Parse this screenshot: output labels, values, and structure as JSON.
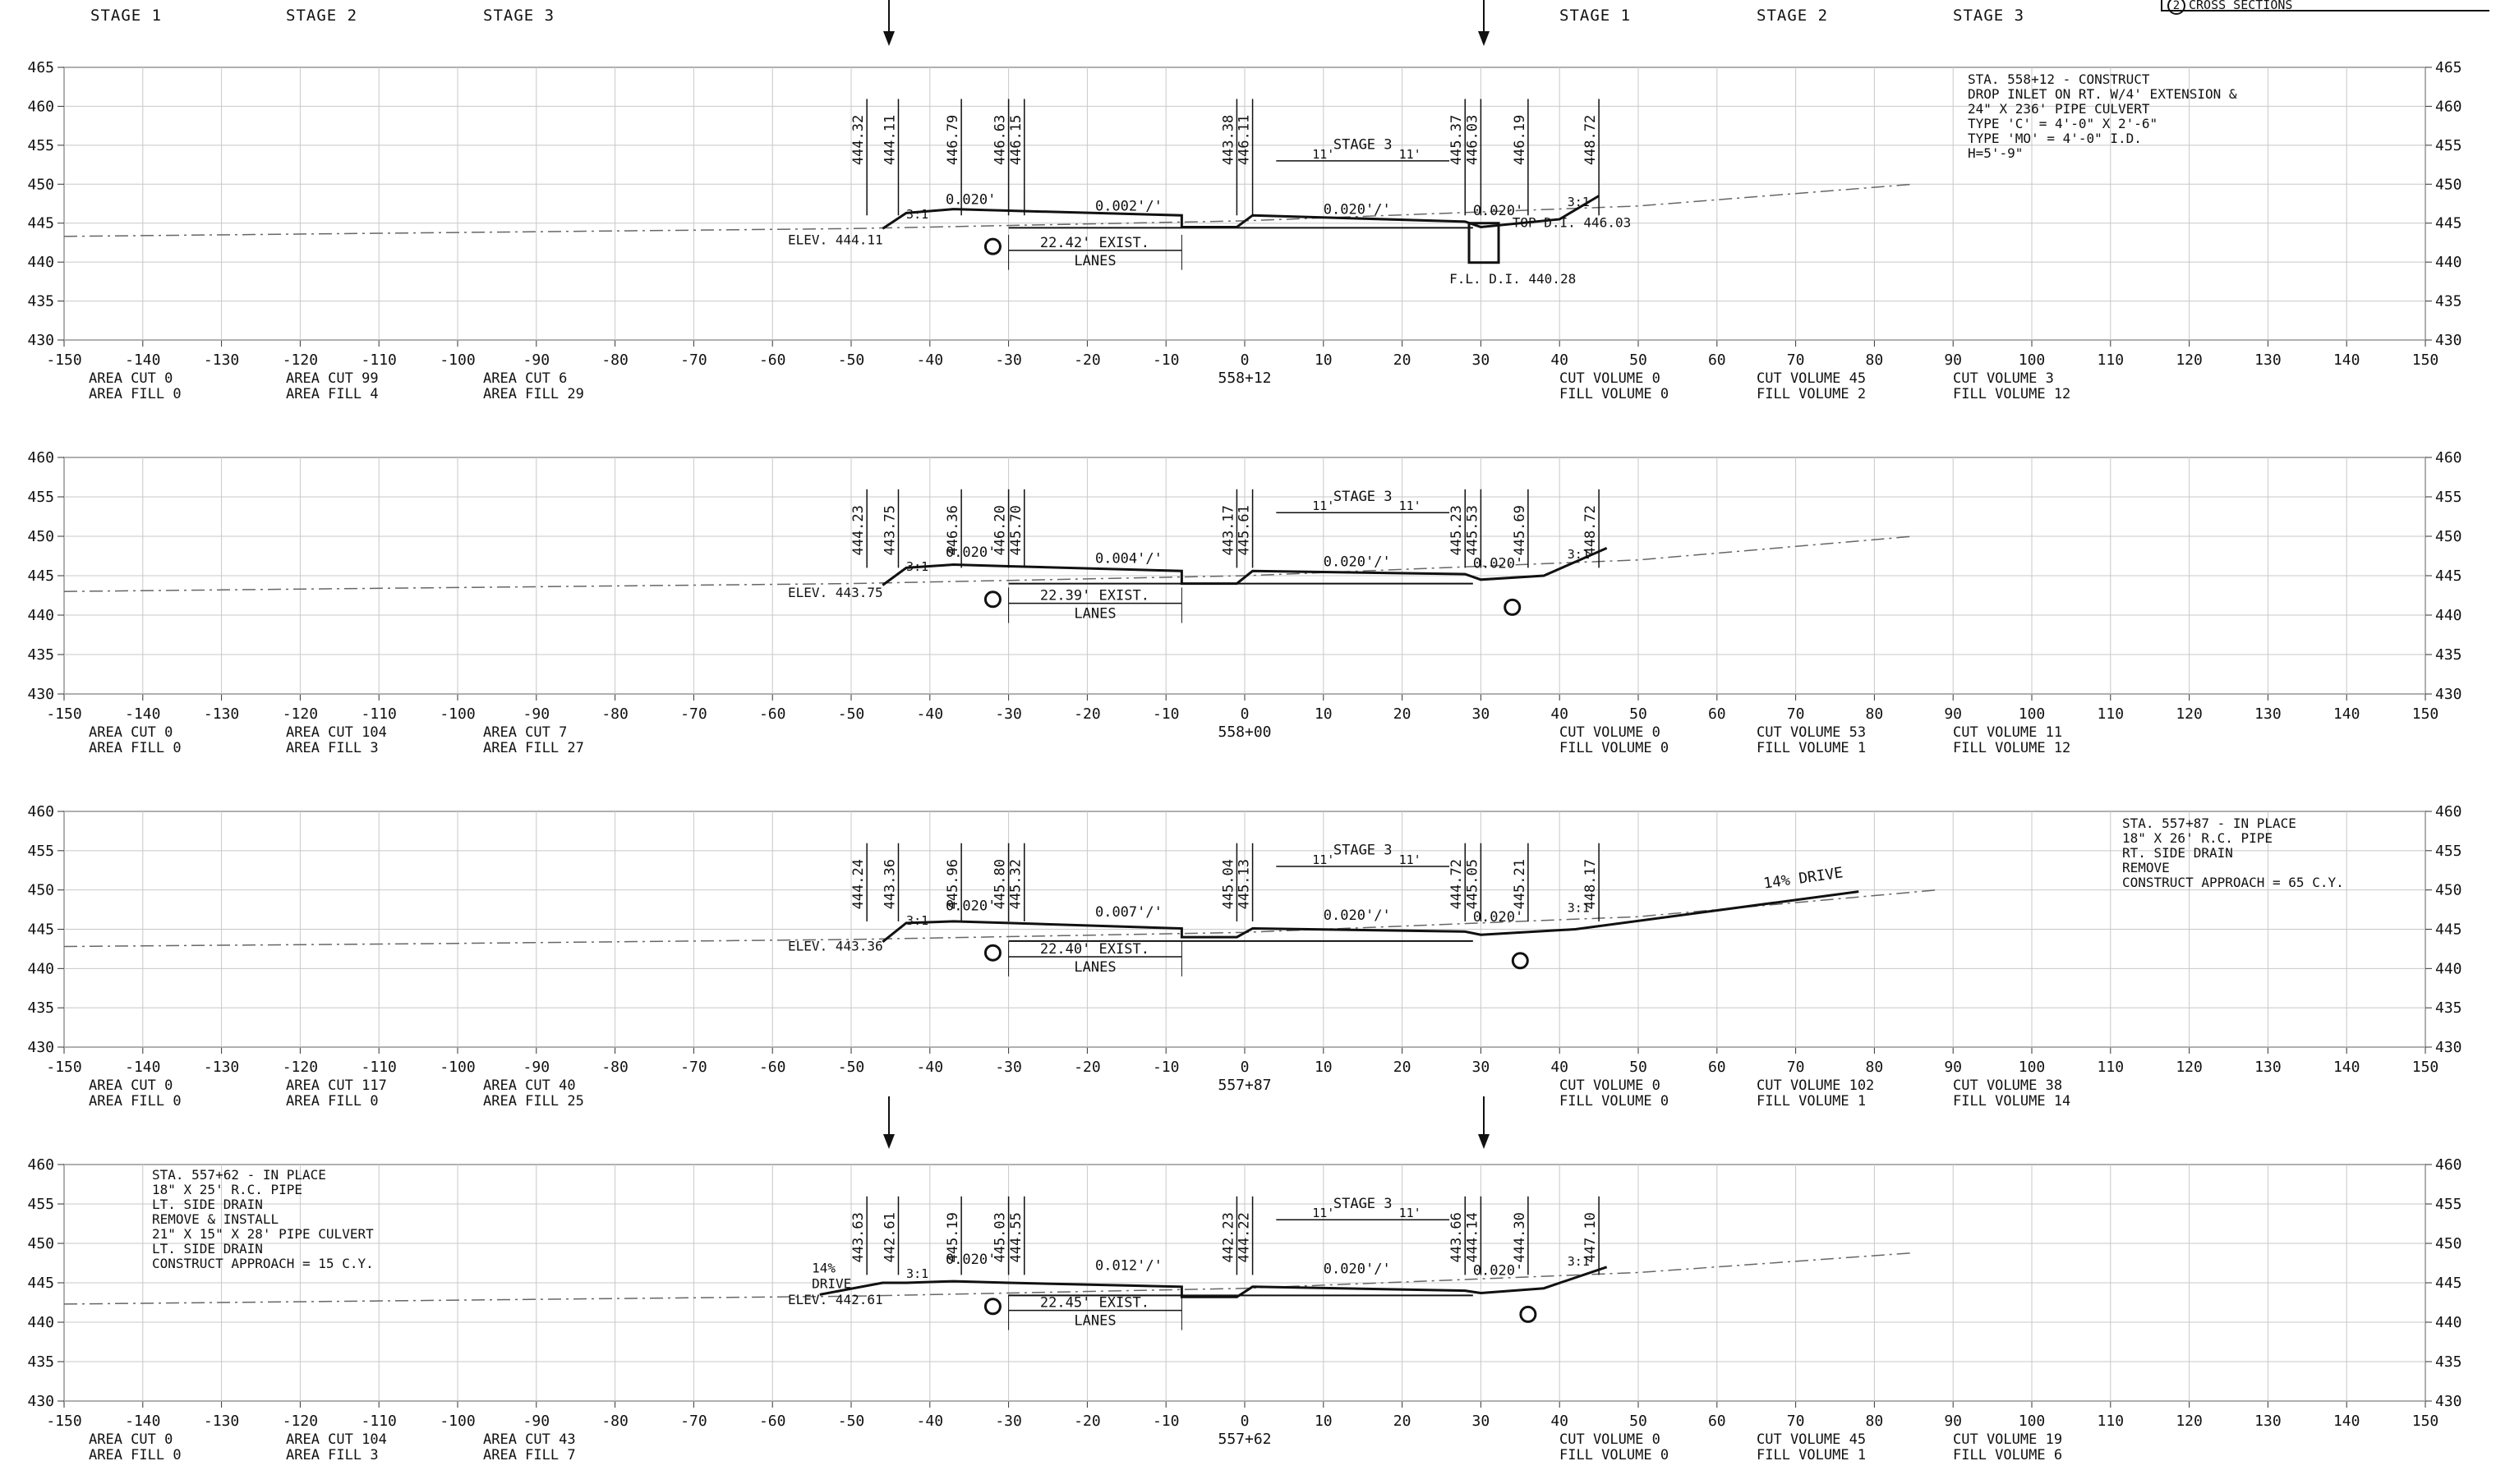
{
  "header": {
    "stages_left": [
      "STAGE 1",
      "STAGE 2",
      "STAGE 3"
    ],
    "stages_right": [
      "STAGE 1",
      "STAGE 2",
      "STAGE 3"
    ],
    "sheet_ref_num": "2",
    "sheet_ref_text": "CROSS SECTIONS"
  },
  "axis": {
    "offset_ticks": [
      -150,
      -140,
      -130,
      -120,
      -110,
      -100,
      -90,
      -80,
      -70,
      -60,
      -50,
      -40,
      -30,
      -20,
      -10,
      0,
      10,
      20,
      30,
      40,
      50,
      60,
      70,
      80,
      90,
      100,
      110,
      120,
      130,
      140,
      150
    ]
  },
  "common_labels": {
    "exist": "EXIST.",
    "lanes": "LANES",
    "stage3": "STAGE 3",
    "lane_width": "11'",
    "slope_31": "3:1",
    "slope_020": "0.020'",
    "area_cut": "AREA CUT",
    "area_fill": "AREA FILL",
    "cut_volume": "CUT VOLUME",
    "fill_volume": "FILL VOLUME"
  },
  "sections": [
    {
      "station": "558+12",
      "y_ticks": [
        465,
        460,
        455,
        450,
        445,
        440,
        435,
        430
      ],
      "ymin": 430,
      "ymax": 465,
      "lane_width_text": "22.42'",
      "elev_label": "ELEV. 444.11",
      "left_elevs": [
        "444.32",
        "444.11",
        "446.79",
        "446.63",
        "446.15"
      ],
      "center_elevs": [
        "443.38",
        "446.11"
      ],
      "right_elevs": [
        "445.37",
        "446.03",
        "446.19",
        "448.72"
      ],
      "median_slope": "0.002'/'",
      "right_slope": "0.020'/'",
      "extra_labels": [
        "TOP D.I. 446.03",
        "F.L. D.I. 440.28"
      ],
      "note": [
        "STA. 558+12 - CONSTRUCT",
        "DROP INLET ON RT. W/4' EXTENSION &",
        "24\" X 236' PIPE CULVERT",
        "TYPE 'C' = 4'-0\" X 2'-6\"",
        "TYPE 'MO' = 4'-0\" I.D.",
        "H=5'-9\""
      ],
      "area_cut": [
        "0",
        "99",
        "6"
      ],
      "area_fill": [
        "0",
        "4",
        "29"
      ],
      "cut_volume": [
        "0",
        "45",
        "3"
      ],
      "fill_volume": [
        "0",
        "2",
        "12"
      ],
      "existing_ground": [
        [
          -150,
          443.3
        ],
        [
          -100,
          443.8
        ],
        [
          -50,
          444.3
        ],
        [
          0,
          445.3
        ],
        [
          50,
          447.2
        ],
        [
          85,
          450.0
        ]
      ],
      "template": [
        [
          -46,
          444.3
        ],
        [
          -43,
          446.3
        ],
        [
          -37,
          446.8
        ],
        [
          -30,
          446.6
        ],
        [
          -8,
          446.0
        ],
        [
          -8,
          444.5
        ],
        [
          -1,
          444.5
        ],
        [
          1,
          446.0
        ],
        [
          28,
          445.2
        ],
        [
          30,
          444.5
        ],
        [
          40,
          445.5
        ],
        [
          45,
          448.5
        ]
      ]
    },
    {
      "station": "558+00",
      "y_ticks": [
        460,
        455,
        450,
        445,
        440,
        435,
        430
      ],
      "ymin": 430,
      "ymax": 460,
      "lane_width_text": "22.39'",
      "elev_label": "ELEV. 443.75",
      "left_elevs": [
        "444.23",
        "443.75",
        "446.36",
        "446.20",
        "445.70"
      ],
      "center_elevs": [
        "443.17",
        "445.61"
      ],
      "right_elevs": [
        "445.23",
        "445.53",
        "445.69",
        "448.72"
      ],
      "median_slope": "0.004'/'",
      "right_slope": "0.020'/'",
      "extra_labels": [],
      "note": [],
      "area_cut": [
        "0",
        "104",
        "7"
      ],
      "area_fill": [
        "0",
        "3",
        "27"
      ],
      "cut_volume": [
        "0",
        "53",
        "11"
      ],
      "fill_volume": [
        "0",
        "1",
        "12"
      ],
      "existing_ground": [
        [
          -150,
          443.0
        ],
        [
          -100,
          443.5
        ],
        [
          -50,
          444.0
        ],
        [
          0,
          445.0
        ],
        [
          50,
          447.0
        ],
        [
          85,
          450.0
        ]
      ],
      "template": [
        [
          -46,
          443.8
        ],
        [
          -43,
          446.0
        ],
        [
          -37,
          446.4
        ],
        [
          -30,
          446.2
        ],
        [
          -8,
          445.6
        ],
        [
          -8,
          444.0
        ],
        [
          -1,
          444.0
        ],
        [
          1,
          445.6
        ],
        [
          28,
          445.2
        ],
        [
          30,
          444.5
        ],
        [
          38,
          445.0
        ],
        [
          46,
          448.5
        ]
      ]
    },
    {
      "station": "557+87",
      "y_ticks": [
        460,
        455,
        450,
        445,
        440,
        435,
        430
      ],
      "ymin": 430,
      "ymax": 460,
      "lane_width_text": "22.40'",
      "elev_label": "ELEV. 443.36",
      "left_elevs": [
        "444.24",
        "443.36",
        "445.96",
        "445.80",
        "445.32"
      ],
      "center_elevs": [
        "445.04",
        "445.13"
      ],
      "right_elevs": [
        "444.72",
        "445.05",
        "445.21",
        "448.17"
      ],
      "median_slope": "0.007'/'",
      "right_slope": "0.020'/'",
      "extra_labels": [
        "14% DRIVE"
      ],
      "note": [
        "STA. 557+87 - IN PLACE",
        "18\" X 26' R.C. PIPE",
        "RT. SIDE DRAIN",
        "REMOVE",
        "CONSTRUCT APPROACH = 65 C.Y."
      ],
      "area_cut": [
        "0",
        "117",
        "40"
      ],
      "area_fill": [
        "0",
        "0",
        "25"
      ],
      "cut_volume": [
        "0",
        "102",
        "38"
      ],
      "fill_volume": [
        "0",
        "1",
        "14"
      ],
      "existing_ground": [
        [
          -150,
          442.8
        ],
        [
          -100,
          443.2
        ],
        [
          -50,
          443.7
        ],
        [
          0,
          444.6
        ],
        [
          50,
          446.6
        ],
        [
          88,
          450.0
        ]
      ],
      "template": [
        [
          -46,
          443.4
        ],
        [
          -43,
          445.8
        ],
        [
          -37,
          446.0
        ],
        [
          -30,
          445.8
        ],
        [
          -8,
          445.1
        ],
        [
          -8,
          444.0
        ],
        [
          -1,
          444.0
        ],
        [
          1,
          445.1
        ],
        [
          28,
          444.7
        ],
        [
          30,
          444.3
        ],
        [
          42,
          445.0
        ],
        [
          78,
          449.8
        ]
      ]
    },
    {
      "station": "557+62",
      "y_ticks": [
        460,
        455,
        450,
        445,
        440,
        435,
        430
      ],
      "ymin": 430,
      "ymax": 460,
      "lane_width_text": "22.45'",
      "elev_label": "ELEV. 442.61",
      "left_elevs": [
        "443.63",
        "442.61",
        "445.19",
        "445.03",
        "444.55"
      ],
      "center_elevs": [
        "442.23",
        "444.22"
      ],
      "right_elevs": [
        "443.66",
        "444.14",
        "444.30",
        "447.10"
      ],
      "median_slope": "0.012'/'",
      "right_slope": "0.020'/'",
      "extra_labels": [
        "14%",
        "DRIVE"
      ],
      "note": [
        "STA. 557+62 - IN PLACE",
        "18\" X 25' R.C. PIPE",
        "LT. SIDE DRAIN",
        "REMOVE & INSTALL",
        "21\" X 15\" X 28' PIPE CULVERT",
        "LT. SIDE DRAIN",
        "CONSTRUCT APPROACH = 15 C.Y."
      ],
      "area_cut": [
        "0",
        "104",
        "43"
      ],
      "area_fill": [
        "0",
        "3",
        "7"
      ],
      "cut_volume": [
        "0",
        "45",
        "19"
      ],
      "fill_volume": [
        "0",
        "1",
        "6"
      ],
      "existing_ground": [
        [
          -150,
          442.3
        ],
        [
          -100,
          442.8
        ],
        [
          -50,
          443.3
        ],
        [
          0,
          444.3
        ],
        [
          50,
          446.3
        ],
        [
          85,
          448.8
        ]
      ],
      "template": [
        [
          -54,
          443.5
        ],
        [
          -46,
          445.0
        ],
        [
          -43,
          445.0
        ],
        [
          -37,
          445.2
        ],
        [
          -30,
          445.0
        ],
        [
          -8,
          444.5
        ],
        [
          -8,
          443.2
        ],
        [
          -1,
          443.2
        ],
        [
          1,
          444.5
        ],
        [
          28,
          444.0
        ],
        [
          30,
          443.7
        ],
        [
          38,
          444.3
        ],
        [
          46,
          447.0
        ]
      ]
    }
  ]
}
